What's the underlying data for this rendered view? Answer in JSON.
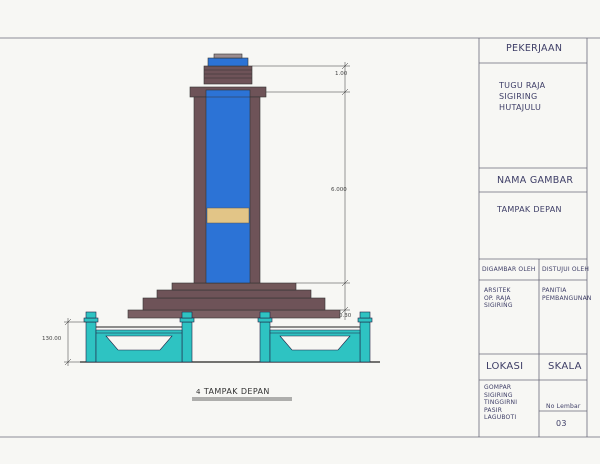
{
  "drawing_caption": {
    "number": "4",
    "text": "TAMPAK DEPAN"
  },
  "dimensions": {
    "top": "1.00",
    "shaft": "6.000",
    "base": "0.30",
    "fence": "130.00"
  },
  "title_block": {
    "project_header": "PEKERJAAN",
    "project_lines": [
      "TUGU RAJA",
      "SIGIRING",
      "HUTAJULU"
    ],
    "drawing_name_header": "NAMA GAMBAR",
    "drawing_name": "TAMPAK DEPAN",
    "drawn_by_header": "DIGAMBAR OLEH",
    "approved_by_header": "DISTUJUI OLEH",
    "drawn_by_lines": [
      "ARSITEK",
      "OP. RAJA",
      "SIGIRING"
    ],
    "approved_by_lines": [
      "PANITIA",
      "PEMBANGUNAN"
    ],
    "location_header": "LOKASI",
    "scale_header": "SKALA",
    "location_lines": [
      "GOMPAR",
      "SIGIRING",
      "TINGGIRNI",
      "PASIR",
      "LAGUBOTI"
    ],
    "sheet_label": "No Lembar",
    "sheet_number": "03"
  },
  "colors": {
    "pillar_blue": "#2c73d6",
    "pillar_brown": "#6e5358",
    "fence_teal": "#2ec3c2",
    "plaque_gold": "#e2c587",
    "line": "#333344"
  }
}
